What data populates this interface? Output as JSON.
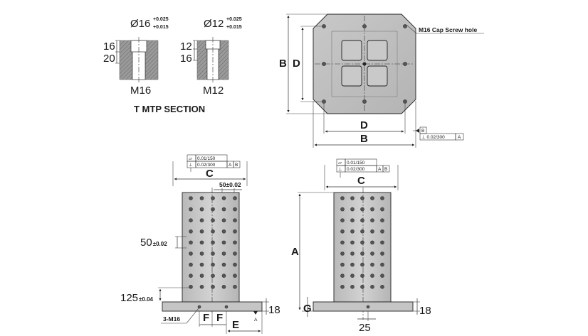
{
  "bushing_sections": [
    {
      "dia_label": "Ø16",
      "tol_upper": "+0.025",
      "tol_lower": "+0.015",
      "depth_top": "16",
      "depth_bottom": "20",
      "thread": "M16"
    },
    {
      "dia_label": "Ø12",
      "tol_upper": "+0.025",
      "tol_lower": "+0.015",
      "depth_top": "12",
      "depth_bottom": "16",
      "thread": "M12"
    }
  ],
  "section_title": "T MTP SECTION",
  "top_view": {
    "callout": "M16 Cap Screw hole",
    "dim_b": "B",
    "dim_d": "D",
    "gdt_datum": "B",
    "gdt_text": "⊥ 0.02/300",
    "gdt_ref": "A"
  },
  "front_view": {
    "gdt_flatness": "0.01/150",
    "gdt_perp": "0.02/300",
    "gdt_ref1": "A",
    "gdt_ref2": "B",
    "dim_c": "C",
    "pitch_h": "50±0.02",
    "pitch_v_main": "50",
    "pitch_v_tol": "±0.02",
    "base_height_main": "125",
    "base_height_tol": "±0.04",
    "thickness": "18",
    "holes": "3-M16",
    "dim_f": "F",
    "dim_e": "E",
    "datum_a": "A"
  },
  "side_view": {
    "gdt_flatness": "0.01/150",
    "gdt_perp": "0.02/300",
    "gdt_ref1": "A",
    "gdt_ref2": "B",
    "dim_c": "C",
    "dim_a": "A",
    "dim_g": "G",
    "thickness": "18",
    "offset": "25"
  }
}
